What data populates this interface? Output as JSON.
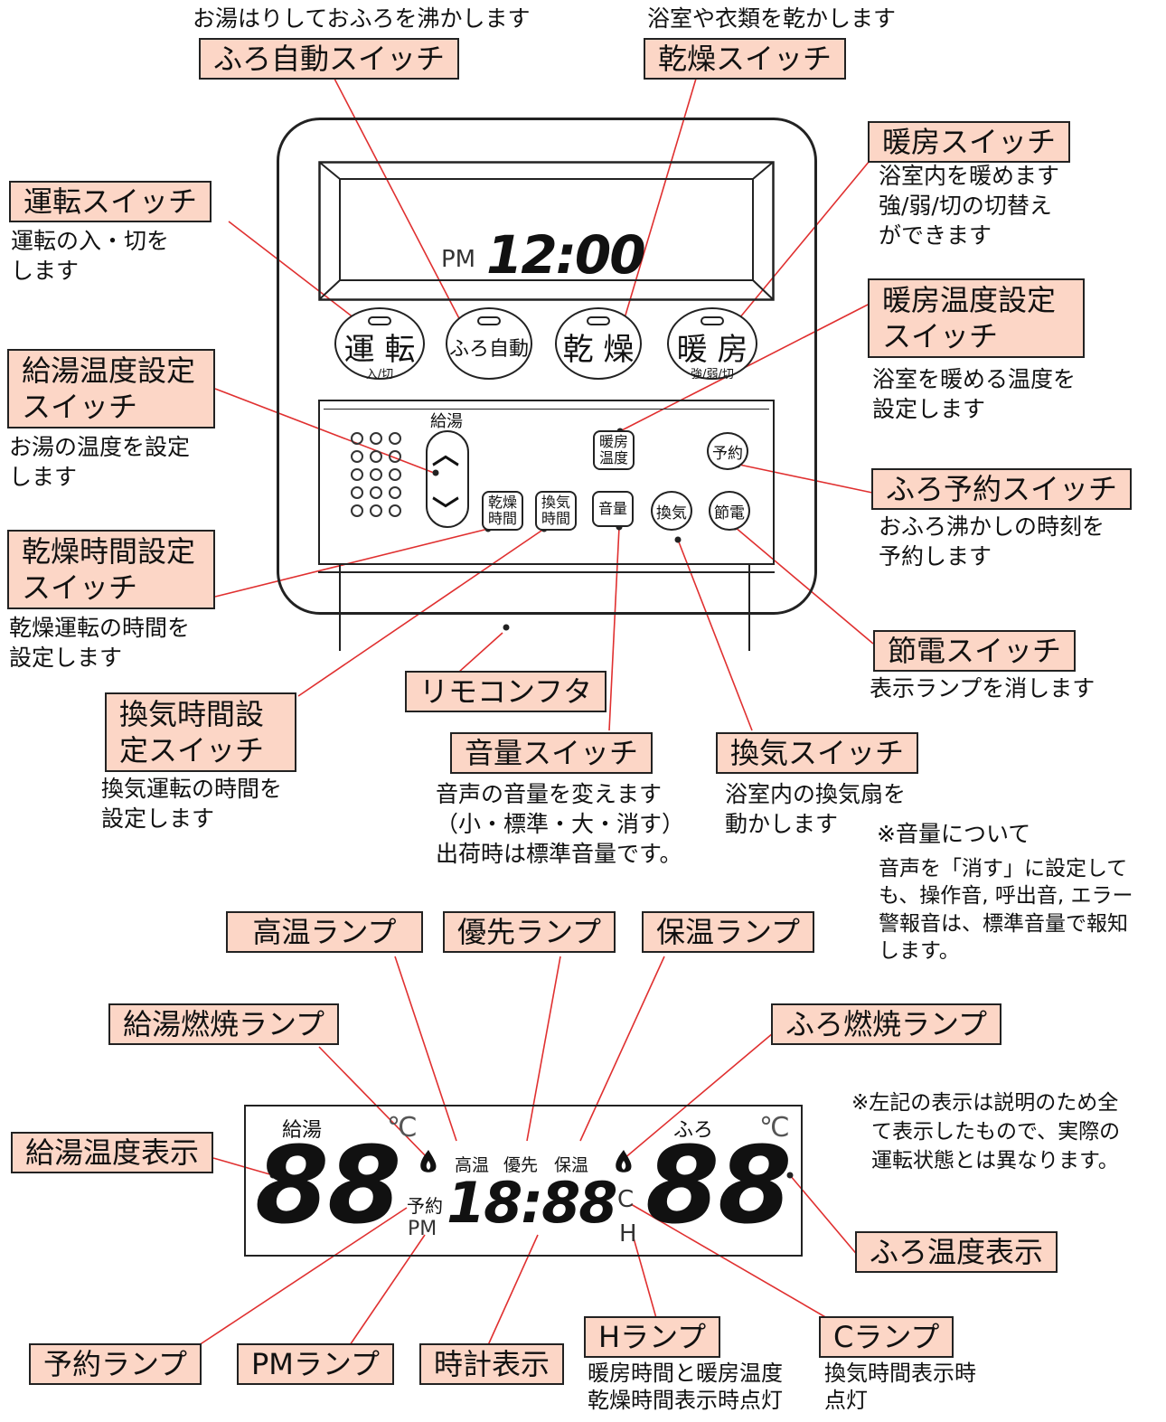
{
  "labels": {
    "furo_auto": "ふろ自動スイッチ",
    "kanso": "乾燥スイッチ",
    "danbo": "暖房スイッチ",
    "unten": "運転スイッチ",
    "danbo_temp": "暖房温度設定スイッチ",
    "kyuto_temp": "給湯温度設定スイッチ",
    "furo_yoyaku": "ふろ予約スイッチ",
    "kanso_time": "乾燥時間設定スイッチ",
    "setsuden": "節電スイッチ",
    "rimokon_futa": "リモコンフタ",
    "kanki_time": "換気時間設定スイッチ",
    "onryo": "音量スイッチ",
    "kanki": "換気スイッチ",
    "koon_lamp": "高温ランプ",
    "yusen_lamp": "優先ランプ",
    "hoon_lamp": "保温ランプ",
    "kyuto_nensho": "給湯燃焼ランプ",
    "furo_nensho": "ふろ燃焼ランプ",
    "kyuto_disp": "給湯温度表示",
    "furo_disp": "ふろ温度表示",
    "yoyaku_lamp": "予約ランプ",
    "pm_lamp": "PMランプ",
    "clock_disp": "時計表示",
    "h_lamp": "Hランプ",
    "c_lamp": "Cランプ"
  },
  "descriptions": {
    "furo_auto": "お湯はりしておふろを沸かします",
    "kanso": "浴室や衣類を乾かします",
    "danbo": [
      "浴室内を暖めます",
      "強/弱/切の切替え",
      "ができます"
    ],
    "unten": [
      "運転の入・切を",
      "します"
    ],
    "danbo_temp": [
      "浴室を暖める温度を",
      "設定します"
    ],
    "kyuto_temp": [
      "お湯の温度を設定",
      "します"
    ],
    "furo_yoyaku": [
      "おふろ沸かしの時刻を",
      "予約します"
    ],
    "kanso_time": [
      "乾燥運転の時間を",
      "設定します"
    ],
    "setsuden": "表示ランプを消します",
    "kanki_time": [
      "換気運転の時間を",
      "設定します"
    ],
    "onryo": [
      "音声の音量を変えます",
      "（小・標準・大・消す）",
      "出荷時は標準音量です。"
    ],
    "kanki": [
      "浴室内の換気扇を",
      "動かします"
    ],
    "onryo_note_title": "※音量について",
    "onryo_note": [
      "音声を「消す」に設定して",
      "も、操作音, 呼出音, エラー",
      "警報音は、標準音量で報知",
      "します。"
    ],
    "display_note": [
      "※左記の表示は説明のため全",
      "て表示したもので、実際の",
      "運転状態とは異なります。"
    ],
    "h_lamp": [
      "暖房時間と暖房温度",
      "乾燥時間表示時点灯"
    ],
    "c_lamp": [
      "換気時間表示時",
      "点灯"
    ]
  },
  "remote": {
    "lcd_pm": "PM",
    "lcd_time": "12:00",
    "btn_unten": "運 転",
    "btn_unten_sub": "入/切",
    "btn_furo": "ふろ自動",
    "btn_kanso": "乾 燥",
    "btn_danbo": "暖 房",
    "btn_danbo_sub": "強/弱/切",
    "kyuto": "給湯",
    "up": "︿",
    "down": "﹀",
    "danbo_ondo": "暖房\n温度",
    "yoyaku": "予約",
    "kanso_jikan": "乾燥\n時間",
    "kanki_jikan": "換気\n時間",
    "onryo": "音量",
    "kanki": "換気",
    "setsuden": "節電"
  },
  "display": {
    "kyuto": "給湯",
    "deg": "℃",
    "furo": "ふろ",
    "koon": "高温",
    "yusen": "優先",
    "hoon": "保温",
    "yoyaku": "予約",
    "pm": "PM",
    "temp_digits": "88",
    "clock": "18:88",
    "c": "C",
    "h": "H"
  }
}
